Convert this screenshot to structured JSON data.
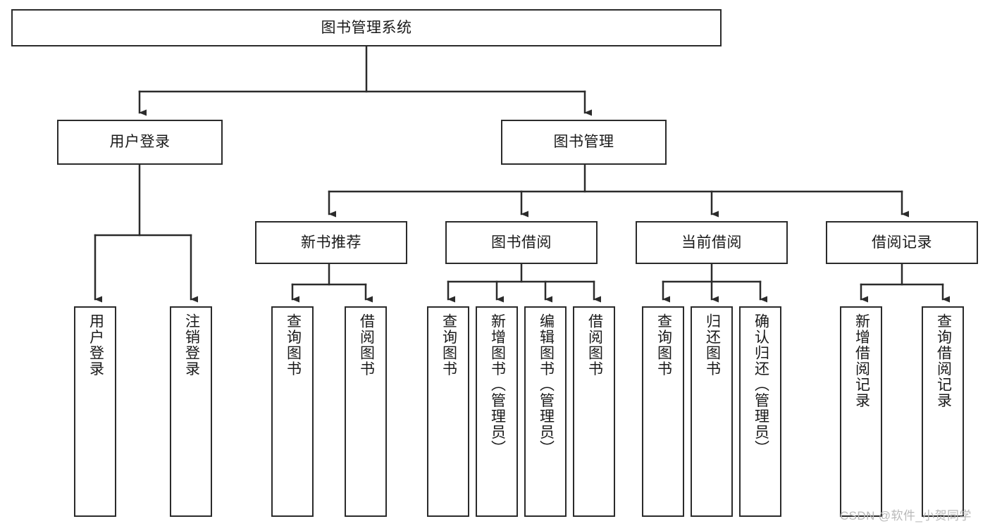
{
  "diagram": {
    "type": "tree-hierarchy",
    "title": "图书管理系统",
    "orientation": "top-down",
    "watermark": "CSDN @软件_小贺同学",
    "colors": {
      "box_border": "#2b2b2b",
      "box_fill": "#ffffff",
      "connector": "#2b2b2b",
      "text": "#1a1a1a",
      "watermark": "#b9b9b9",
      "background": "#ffffff"
    },
    "nodes": {
      "root": {
        "label": "图书管理系统",
        "level": 1,
        "orientation": "horizontal"
      },
      "level2": [
        {
          "id": "user-login",
          "label": "用户登录",
          "orientation": "horizontal"
        },
        {
          "id": "book-management",
          "label": "图书管理",
          "orientation": "horizontal"
        }
      ],
      "level3": [
        {
          "id": "new-book-recommend",
          "label": "新书推荐",
          "parent": "book-management",
          "orientation": "horizontal"
        },
        {
          "id": "book-borrow",
          "label": "图书借阅",
          "parent": "book-management",
          "orientation": "horizontal"
        },
        {
          "id": "current-borrow",
          "label": "当前借阅",
          "parent": "book-management",
          "orientation": "horizontal"
        },
        {
          "id": "borrow-record",
          "label": "借阅记录",
          "parent": "book-management",
          "orientation": "horizontal"
        }
      ],
      "leaves": [
        {
          "id": "leaf-user-login",
          "label": "用户登录",
          "parent": "user-login",
          "orientation": "vertical"
        },
        {
          "id": "leaf-user-logout",
          "label": "注销登录",
          "parent": "user-login",
          "orientation": "vertical"
        },
        {
          "id": "leaf-query-book-1",
          "label": "查询图书",
          "parent": "new-book-recommend",
          "orientation": "vertical"
        },
        {
          "id": "leaf-borrow-book-1",
          "label": "借阅图书",
          "parent": "new-book-recommend",
          "orientation": "vertical"
        },
        {
          "id": "leaf-query-book-2",
          "label": "查询图书",
          "parent": "book-borrow",
          "orientation": "vertical"
        },
        {
          "id": "leaf-add-book",
          "label": "新增图书（管理员）",
          "parent": "book-borrow",
          "orientation": "vertical"
        },
        {
          "id": "leaf-edit-book",
          "label": "编辑图书（管理员）",
          "parent": "book-borrow",
          "orientation": "vertical"
        },
        {
          "id": "leaf-borrow-book-2",
          "label": "借阅图书",
          "parent": "book-borrow",
          "orientation": "vertical"
        },
        {
          "id": "leaf-query-book-3",
          "label": "查询图书",
          "parent": "current-borrow",
          "orientation": "vertical"
        },
        {
          "id": "leaf-return-book",
          "label": "归还图书",
          "parent": "current-borrow",
          "orientation": "vertical"
        },
        {
          "id": "leaf-confirm-return",
          "label": "确认归还（管理员）",
          "parent": "current-borrow",
          "orientation": "vertical"
        },
        {
          "id": "leaf-add-record",
          "label": "新增借阅记录",
          "parent": "borrow-record",
          "orientation": "vertical"
        },
        {
          "id": "leaf-query-record",
          "label": "查询借阅记录",
          "parent": "borrow-record",
          "orientation": "vertical"
        }
      ]
    }
  }
}
